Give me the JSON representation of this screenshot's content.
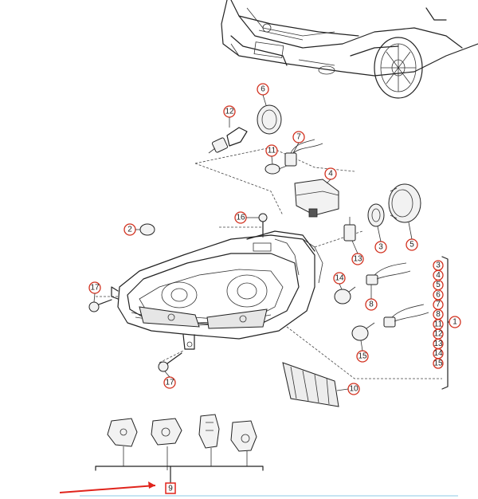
{
  "diagram": {
    "callouts": {
      "c1": "1",
      "c2": "2",
      "c3": "3",
      "c4": "4",
      "c5": "5",
      "c6": "6",
      "c7": "7",
      "c8": "8",
      "c9": "9",
      "c10": "10",
      "c11": "11",
      "c12": "12",
      "c13": "13",
      "c14": "14",
      "c15": "15",
      "c16": "16",
      "c17a": "17",
      "c17b": "17"
    },
    "bracket_list": [
      "3",
      "4",
      "5",
      "6",
      "7",
      "8",
      "11",
      "12",
      "13",
      "14",
      "15"
    ],
    "colors": {
      "callout": "#d2301e",
      "highlight_arrow": "#e0241c",
      "line": "#222222",
      "footer_rule": "#8ec9e6"
    }
  }
}
